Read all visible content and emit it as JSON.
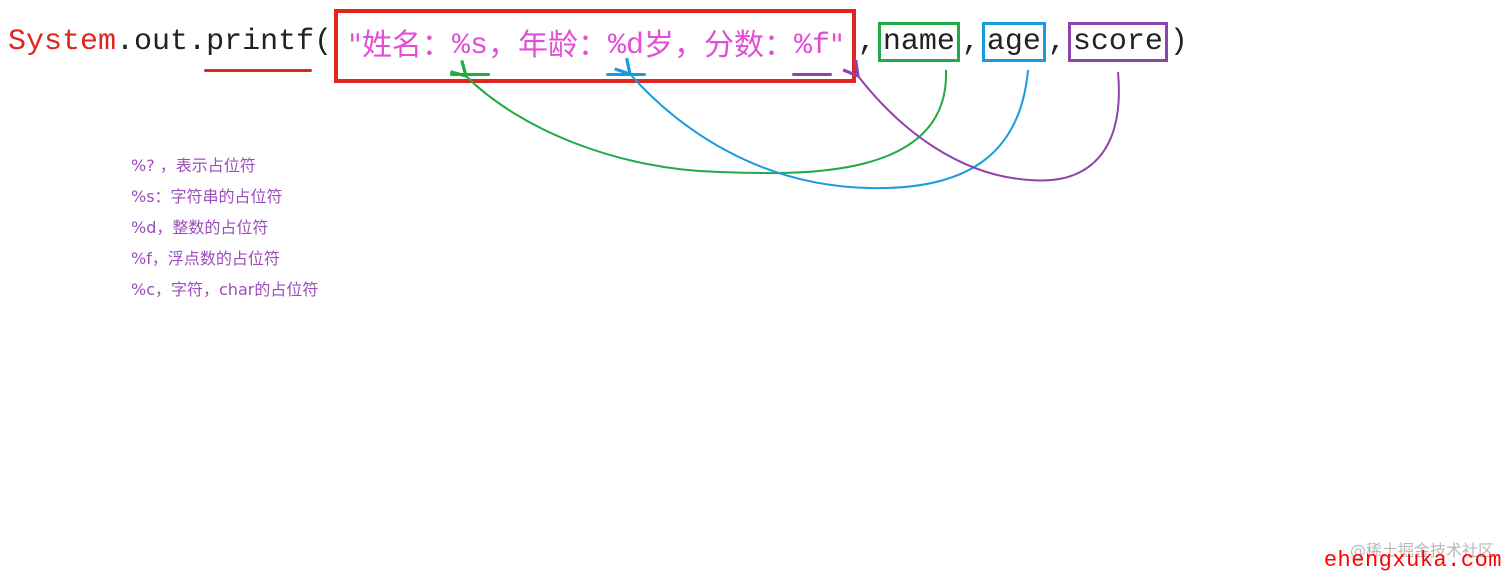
{
  "code": {
    "system": "System",
    "dot1": ".",
    "out": "out",
    "dot2": ".",
    "printf": "printf",
    "open_paren": "(",
    "format": {
      "quote_open": "\"",
      "seg1": "姓名：",
      "ph_s": "%s",
      "seg2": "，年龄：",
      "ph_d": "%d",
      "seg3": " 岁，分数：",
      "ph_f": "%f",
      "quote_close": "\""
    },
    "comma1": ",",
    "arg_name": "name",
    "comma2": ",",
    "arg_age": "age",
    "comma3": ",",
    "arg_score": "score",
    "close_paren": ")"
  },
  "notes": [
    "%? ，表示占位符",
    "%s：字符串的占位符",
    "%d，整数的占位符",
    "%f，浮点数的占位符",
    "%c，字符，char的占位符"
  ],
  "watermark": {
    "community": "@稀土掘金技术社区",
    "site": "ehengxuka.com"
  },
  "colors": {
    "system": "#e0261e",
    "format_box": "#e0261e",
    "format_text": "#e04fd6",
    "name_box": "#22aa44",
    "age_box": "#1a9be0",
    "score_box": "#8e44ad",
    "notes": "#9b4dba"
  }
}
